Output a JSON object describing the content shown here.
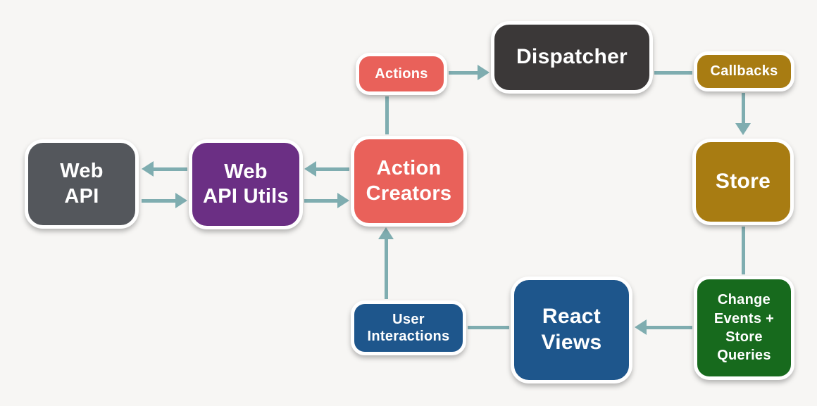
{
  "diagram_type": "flux-data-flow",
  "colors": {
    "background": "#f7f6f4",
    "connector": "#7fadb0",
    "node_border": "#ffffff",
    "node_text": "#ffffff"
  },
  "nodes": {
    "web_api": {
      "label": "Web\nAPI",
      "color": "#54575c"
    },
    "web_api_utils": {
      "label": "Web\nAPI Utils",
      "color": "#6b2f84"
    },
    "action_creators": {
      "label": "Action\nCreators",
      "color": "#e9615a"
    },
    "actions": {
      "label": "Actions",
      "color": "#e9615a"
    },
    "dispatcher": {
      "label": "Dispatcher",
      "color": "#3b3838"
    },
    "callbacks": {
      "label": "Callbacks",
      "color": "#a87c12"
    },
    "store": {
      "label": "Store",
      "color": "#a87c12"
    },
    "change_events": {
      "label": "Change\nEvents +\nStore\nQueries",
      "color": "#176a1d"
    },
    "react_views": {
      "label": "React\nViews",
      "color": "#1e568c"
    },
    "user_interactions": {
      "label": "User\nInteractions",
      "color": "#1e568c"
    }
  },
  "connectors": [
    {
      "from": "Action Creators",
      "to": "Actions",
      "arrowhead": "none"
    },
    {
      "from": "Actions",
      "to": "Dispatcher",
      "arrowhead": "to"
    },
    {
      "from": "Dispatcher",
      "to": "Callbacks",
      "arrowhead": "none"
    },
    {
      "from": "Callbacks",
      "to": "Store",
      "arrowhead": "to"
    },
    {
      "from": "Store",
      "to": "Change Events + Store Queries",
      "arrowhead": "none"
    },
    {
      "from": "Change Events + Store Queries",
      "to": "React Views",
      "arrowhead": "to"
    },
    {
      "from": "React Views",
      "to": "User Interactions",
      "arrowhead": "none"
    },
    {
      "from": "User Interactions",
      "to": "Action Creators",
      "arrowhead": "to"
    },
    {
      "from": "Action Creators",
      "to": "Web API Utils",
      "arrowhead": "to"
    },
    {
      "from": "Web API Utils",
      "to": "Action Creators",
      "arrowhead": "to"
    },
    {
      "from": "Web API Utils",
      "to": "Web API",
      "arrowhead": "to"
    },
    {
      "from": "Web API",
      "to": "Web API Utils",
      "arrowhead": "to"
    }
  ]
}
